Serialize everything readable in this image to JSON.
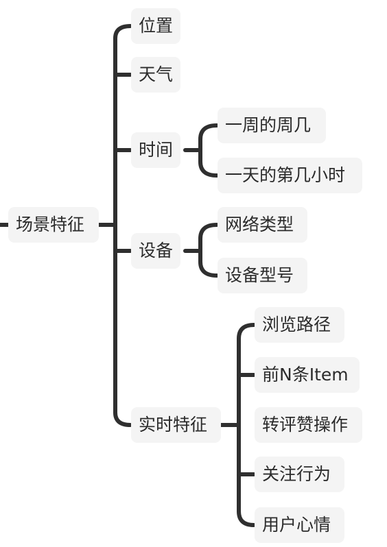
{
  "mindmap": {
    "root": "场景特征",
    "branches": [
      {
        "label": "位置",
        "children": []
      },
      {
        "label": "天气",
        "children": []
      },
      {
        "label": "时间",
        "children": [
          "一周的周几",
          "一天的第几小时"
        ]
      },
      {
        "label": "设备",
        "children": [
          "网络类型",
          "设备型号"
        ]
      },
      {
        "label": "实时特征",
        "children": [
          "浏览路径",
          "前N条Item",
          "转评赞操作",
          "关注行为",
          "用户心情"
        ]
      }
    ]
  }
}
